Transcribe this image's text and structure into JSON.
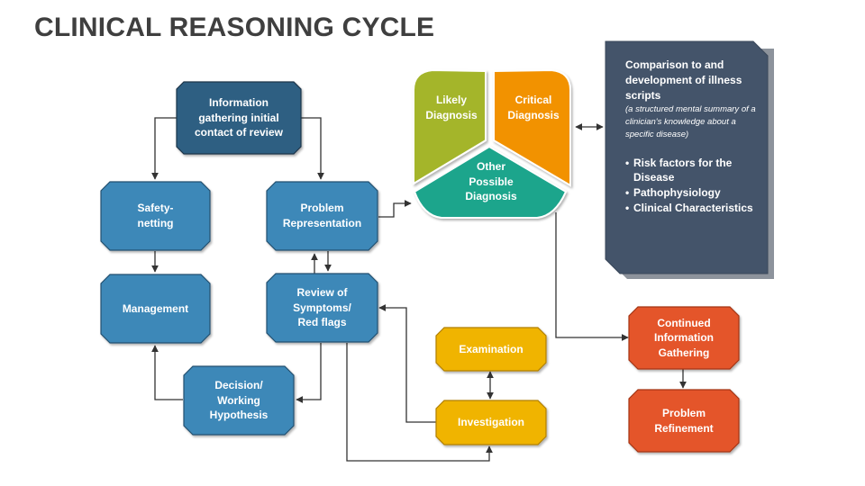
{
  "title": "CLINICAL REASONING CYCLE",
  "colors": {
    "dark_blue": "#2f5f82",
    "blue": "#3d88b8",
    "yellow": "#f0b400",
    "orange_red": "#e4552b",
    "green": "#a4b52a",
    "orange": "#f29200",
    "teal": "#1fa58c",
    "slate": "#44546a"
  },
  "nodes": {
    "information_gathering": "Information\ngathering initial\ncontact of review",
    "safety_netting": "Safety-\nnetting",
    "problem_representation": "Problem\nRepresentation",
    "management": "Management",
    "review_symptoms": "Review of\nSymptoms/\nRed flags",
    "decision_hypothesis": "Decision/\nWorking\nHypothesis",
    "examination": "Examination",
    "investigation": "Investigation",
    "continued_information": "Continued\nInformation\nGathering",
    "problem_refinement": "Problem\nRefinement"
  },
  "diagnosis": {
    "likely": "Likely\nDiagnosis",
    "critical": "Critical\nDiagnosis",
    "other": "Other\nPossible\nDiagnosis"
  },
  "info_box": {
    "heading": "Comparison to and development of illness scripts",
    "note": "(a structured mental summary of a clinician's knowledge about a specific disease)",
    "bullets": [
      "Risk factors for the Disease",
      "Pathophysiology",
      "Clinical Characteristics"
    ]
  }
}
